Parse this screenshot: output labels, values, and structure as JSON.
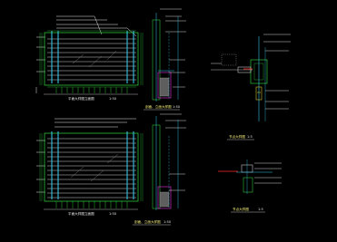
{
  "sheet": {
    "background": "#000000",
    "colors": {
      "frame": "#ffffff",
      "hatch": "#2fbf3a",
      "dimension": "#35c4e6",
      "accent": "#f5e23a",
      "red": "#ff2a2a",
      "magenta": "#e437e4",
      "note": "#e8e8e8"
    },
    "detail_titles": {
      "elev_top": "剖面、立面大样图",
      "elev_top_scale": "1:50",
      "elev_bottom": "剖面、立面大样图",
      "elev_bottom_scale": "1:50",
      "detail_a": "节点大样图",
      "detail_a_scale": "1:5",
      "detail_b": "节点大样图",
      "detail_b_scale": "1:5"
    },
    "captions": {
      "top_under_panel": "平面大样图立面图",
      "top_under_panel_scale": "1:50",
      "bottom_under_panel": "平面大样图立面图",
      "bottom_under_panel_scale": "1:50"
    }
  }
}
